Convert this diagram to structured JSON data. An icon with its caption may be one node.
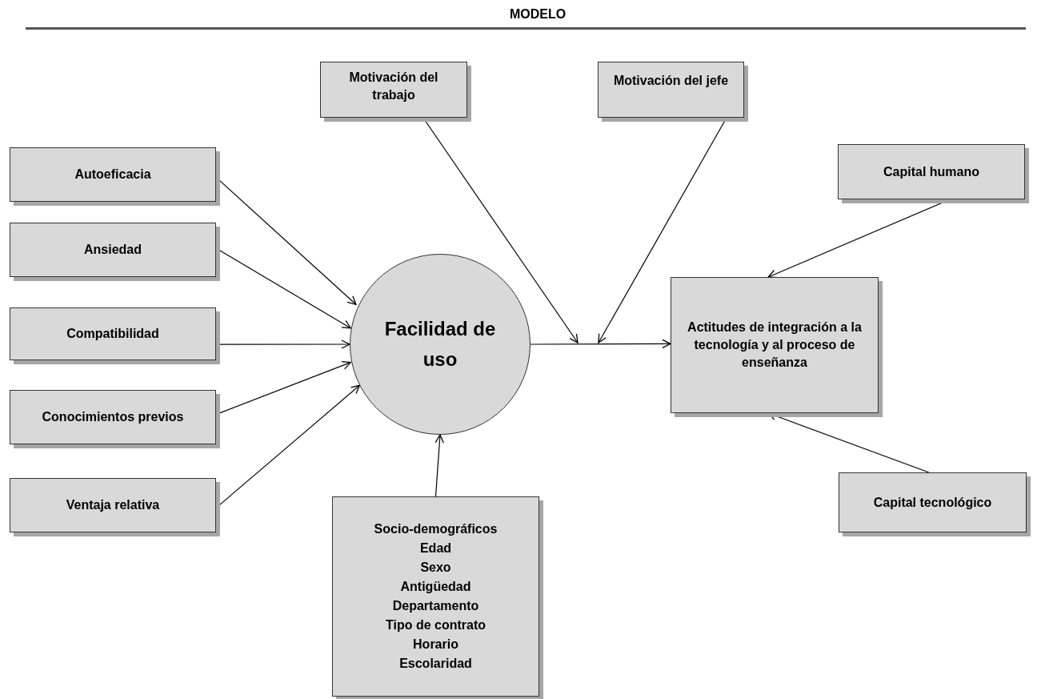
{
  "diagram": {
    "title": "MODELO",
    "nodes": [
      {
        "text": [
          "Motivación del trabajo"
        ]
      },
      {
        "text": [
          "Motivación del jefe"
        ]
      },
      {
        "text": [
          "Autoeficacia"
        ]
      },
      {
        "text": [
          "Capital humano"
        ]
      },
      {
        "text": [
          "Ansiedad"
        ]
      },
      {
        "text": [
          "Actitudes de integración a la tecnología y al proceso de enseñanza"
        ]
      },
      {
        "text": [
          "Compatibilidad"
        ]
      },
      {
        "text": [
          "Facilidad de uso"
        ]
      },
      {
        "text": [
          "Conocimientos previos"
        ]
      },
      {
        "text": [
          "Ventaja relativa"
        ]
      },
      {
        "text": [
          "Capital tecnológico"
        ]
      },
      {
        "text": [
          "Socio-demográficos",
          "Edad",
          "Sexo",
          "Antigüedad",
          "Departamento",
          "Tipo de contrato",
          "Horario",
          "Escolaridad"
        ]
      }
    ],
    "edges": [
      {
        "from": 2,
        "to": 7,
        "arrow": "to"
      },
      {
        "from": 4,
        "to": 7,
        "arrow": "to"
      },
      {
        "from": 6,
        "to": 7,
        "arrow": "to"
      },
      {
        "from": 8,
        "to": 7,
        "arrow": "to"
      },
      {
        "from": 9,
        "to": 7,
        "arrow": "to"
      },
      {
        "from": 11,
        "to": 7,
        "arrow": "to"
      },
      {
        "from": 7,
        "to": 5,
        "arrow": "to"
      },
      {
        "from": 0,
        "to": null,
        "arrow": "to"
      },
      {
        "from": 1,
        "to": null,
        "arrow": "to"
      },
      {
        "from": 3,
        "to": 5,
        "arrow": "to"
      },
      {
        "from": 10,
        "to": 5,
        "arrow": "to"
      }
    ]
  }
}
